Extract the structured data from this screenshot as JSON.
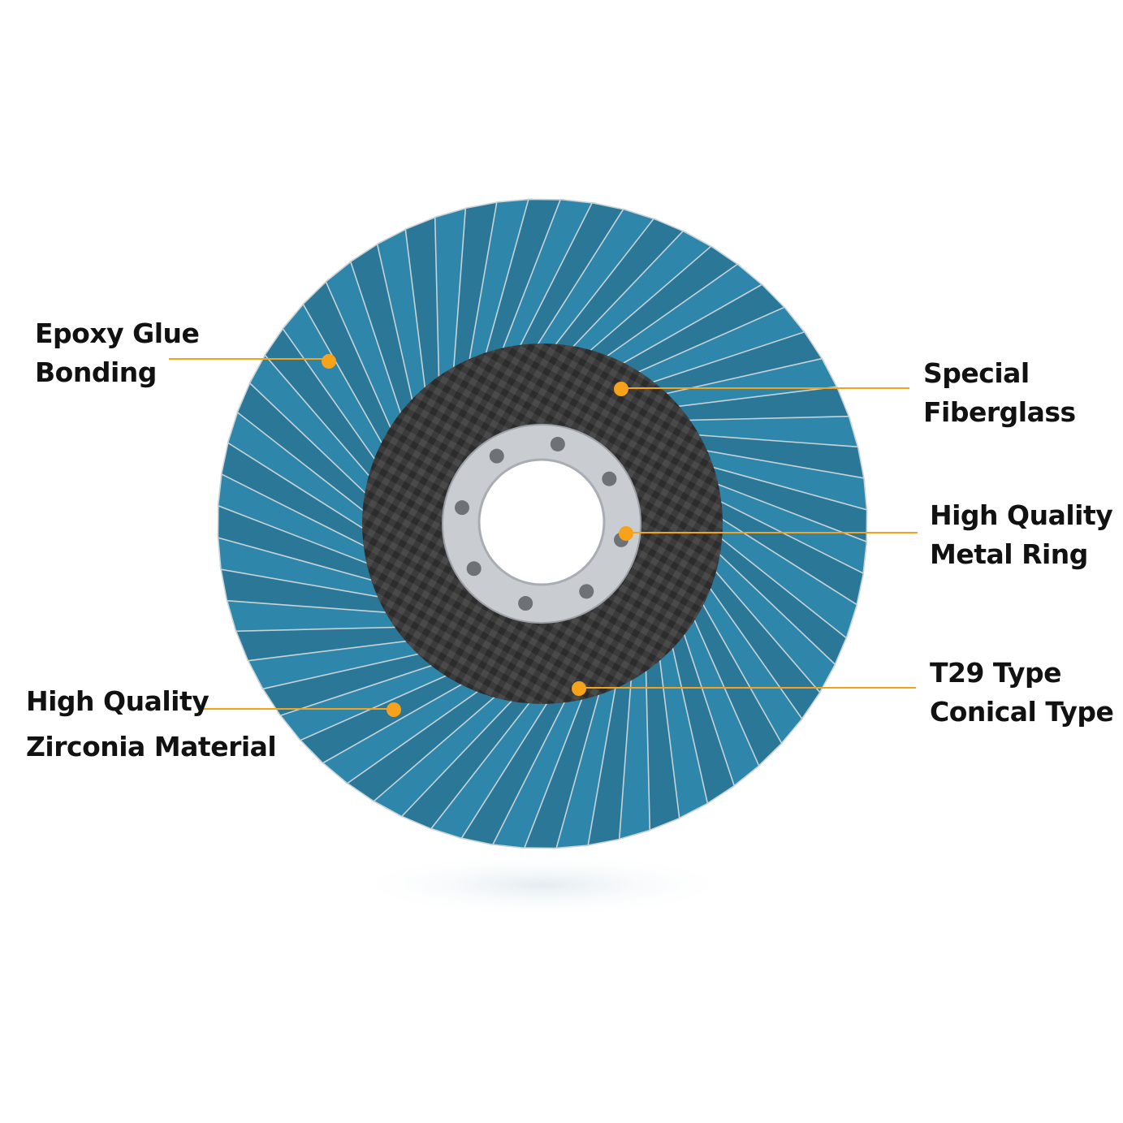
{
  "colors": {
    "accent": "#f7a21b",
    "flap": "#2b7fa3",
    "fiberglass": "#3a3a3a",
    "metal": "#c9ccd1"
  },
  "callouts": [
    {
      "id": "epoxy",
      "lines": [
        "Epoxy Glue",
        "Bonding"
      ]
    },
    {
      "id": "fiberglass",
      "lines": [
        "Special",
        "Fiberglass"
      ]
    },
    {
      "id": "metal-ring",
      "lines": [
        "High Quality",
        "Metal Ring"
      ]
    },
    {
      "id": "conical",
      "lines": [
        "T29 Type",
        "Conical Type"
      ]
    },
    {
      "id": "zirconia",
      "lines": [
        "High Quality",
        "Zirconia Material"
      ]
    }
  ]
}
